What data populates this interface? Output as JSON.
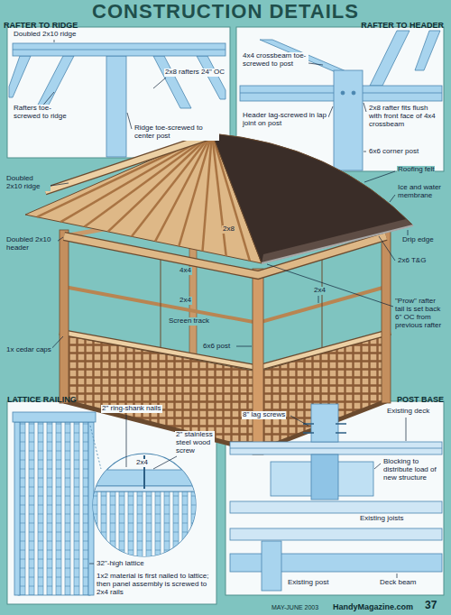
{
  "diagram": {
    "title": "CONSTRUCTION DETAILS",
    "nodes": [
      {
        "text": [
          "RAFTER TO RIDGE"
        ]
      },
      {
        "text": [
          "RAFTER TO HEADER"
        ]
      },
      {
        "text": [
          "LATTICE RAILING"
        ]
      },
      {
        "text": [
          "POST BASE"
        ]
      }
    ],
    "labels": [
      "Doubled 2x10 ridge",
      "2x8 rafters 24\" OC",
      "Rafters toe-screwed to ridge",
      "Ridge toe-screwed to center post",
      "4x4 crossbeam toe-screwed to post",
      "Header lag-screwed in lap joint on post",
      "2x8 rafter fits flush with front face of 4x4 crossbeam",
      "6x6 corner post",
      "Doubled 2x10 ridge",
      "Roofing felt",
      "Ice and water membrane",
      "2x8",
      "Doubled 2x10 header",
      "Drip edge",
      "4x4",
      "2x6 T&G",
      "2x4",
      "Screen track",
      "1x cedar caps",
      "6x6 post",
      "2x4",
      "\"Prow\" rafter tail is set back 6\" OC from previous rafter",
      "2\" ring-shank nails",
      "2x4",
      "2\" stainless steel wood screw",
      "32\"-high lattice",
      "1x2 material is first nailed to lattice; then panel assembly is screwed to 2x4 rails",
      "Existing deck",
      "8\" lag screws",
      "Blocking to distribute load of new structure",
      "Existing joists",
      "Existing post",
      "Deck beam",
      "MAY-JUNE 2003",
      "HandyMagazine.com",
      "37"
    ]
  }
}
